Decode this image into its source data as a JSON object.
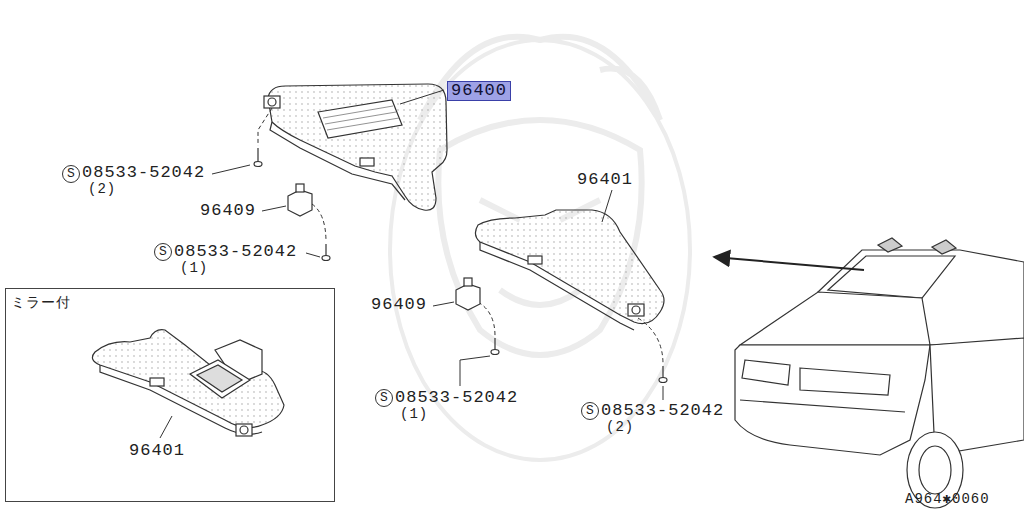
{
  "diagram": {
    "nodes": [
      {
        "text": [
          "96400"
        ]
      },
      {
        "text": [
          "ミラー付",
          "96401"
        ]
      }
    ],
    "labels": [
      "S",
      "08533-52042",
      "(2)",
      "96409",
      "S",
      "08533-52042",
      "(1)",
      "96401",
      "96409",
      "S",
      "08533-52042",
      "(1)",
      "S",
      "08533-52042",
      "(2)",
      "A964✱0060"
    ]
  }
}
